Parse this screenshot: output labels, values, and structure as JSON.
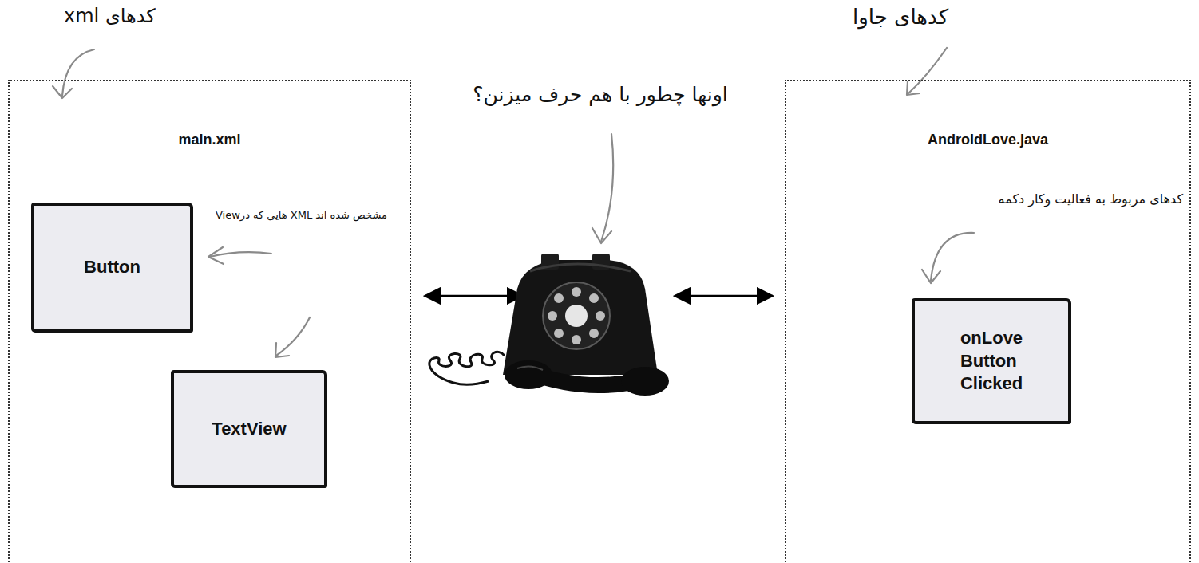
{
  "diagram": {
    "nodes": [
      {
        "text": [
          "main.xml"
        ]
      },
      {
        "text": [
          "Button"
        ],
        "in": 0
      },
      {
        "text": [
          "TextView"
        ],
        "in": 0
      },
      {
        "text": [
          "AndroidLove.java"
        ]
      },
      {
        "text": [
          "onLove Button Clicked"
        ],
        "in": 3
      }
    ],
    "labels": [
      "کدهای xml",
      "کدهای جاوا",
      "اونها چطور با هم حرف میزنن؟",
      "Viewهایی که در XML مشخص شده اند",
      "کدهای مربوط به فعالیت وکار دکمه"
    ]
  }
}
